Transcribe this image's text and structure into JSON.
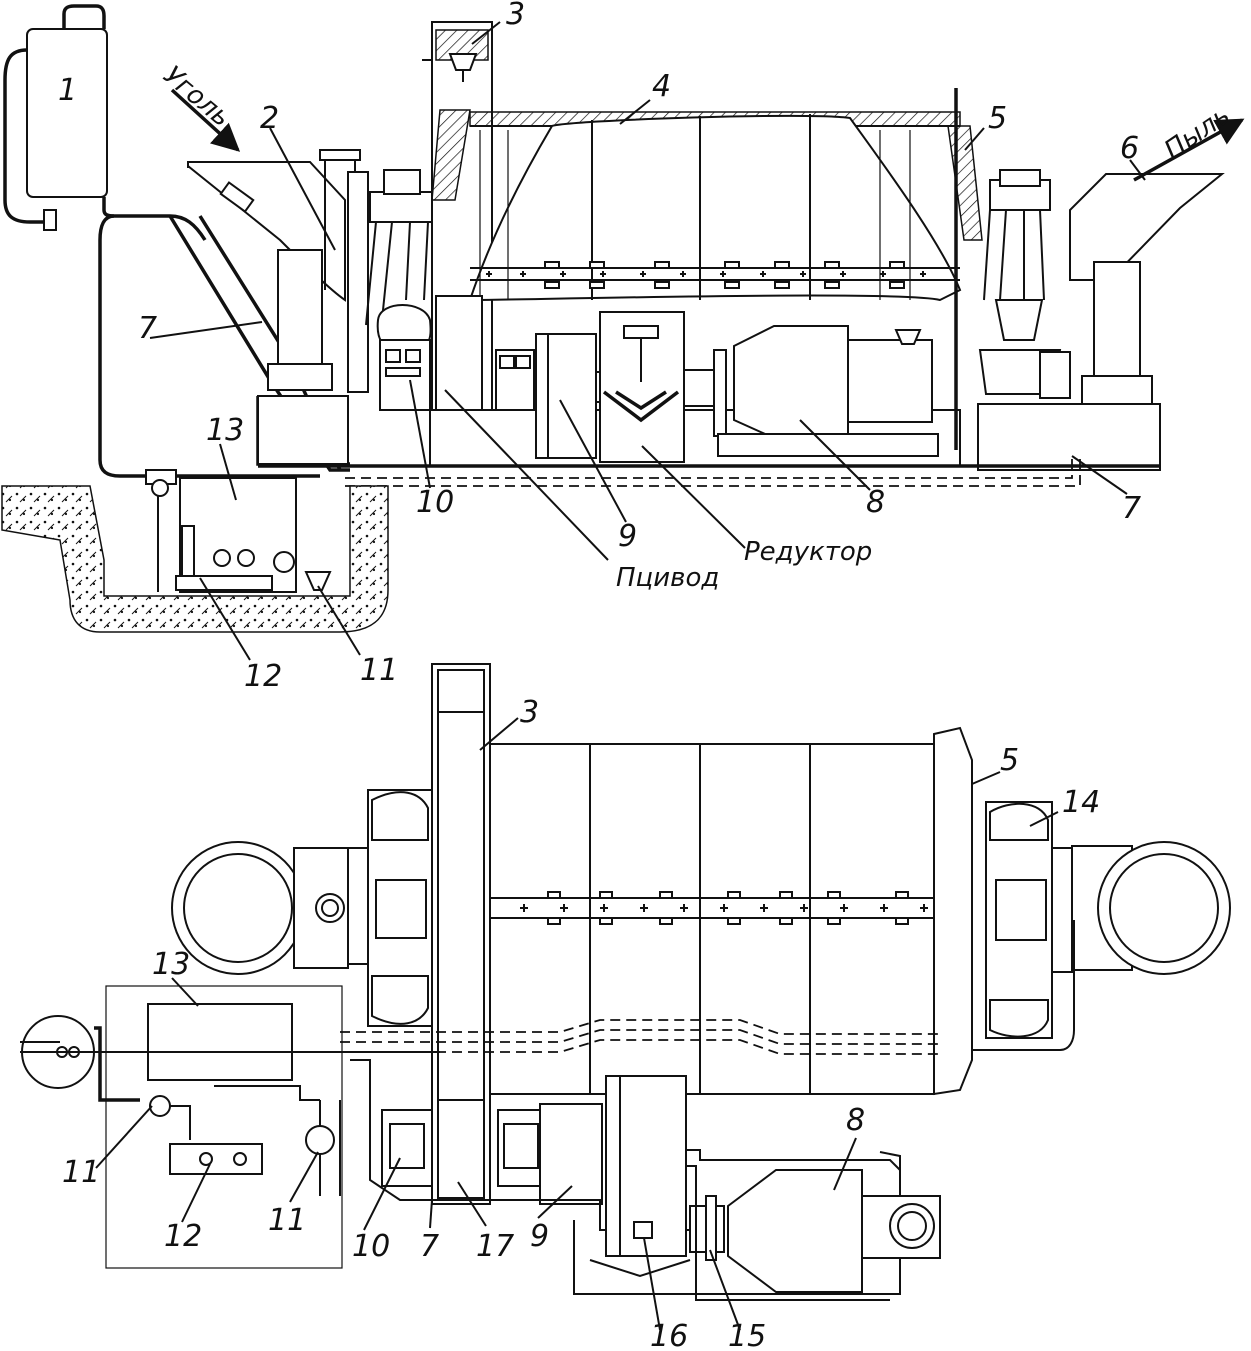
{
  "labels": {
    "coal": "Уголь",
    "dust": "Пыль",
    "drive": "Пцивод",
    "reducer": "Редуктор"
  },
  "numbers": {
    "n1": "1",
    "n2": "2",
    "n3_top": "3",
    "n4": "4",
    "n5_top": "5",
    "n6": "6",
    "n7_left": "7",
    "n7_right": "7",
    "n8_top": "8",
    "n9_top": "9",
    "n10_top": "10",
    "n11_top": "11",
    "n12_top": "12",
    "n13_top": "13",
    "n3_bottom": "3",
    "n5_bottom": "5",
    "n14": "14",
    "n13_bottom": "13",
    "n8_bottom": "8",
    "n11_left": "11",
    "n12_bottom": "12",
    "n11_right": "11",
    "n10_bottom": "10",
    "n7_bottom": "7",
    "n17": "17",
    "n9_bottom": "9",
    "n16": "16",
    "n15": "15"
  }
}
